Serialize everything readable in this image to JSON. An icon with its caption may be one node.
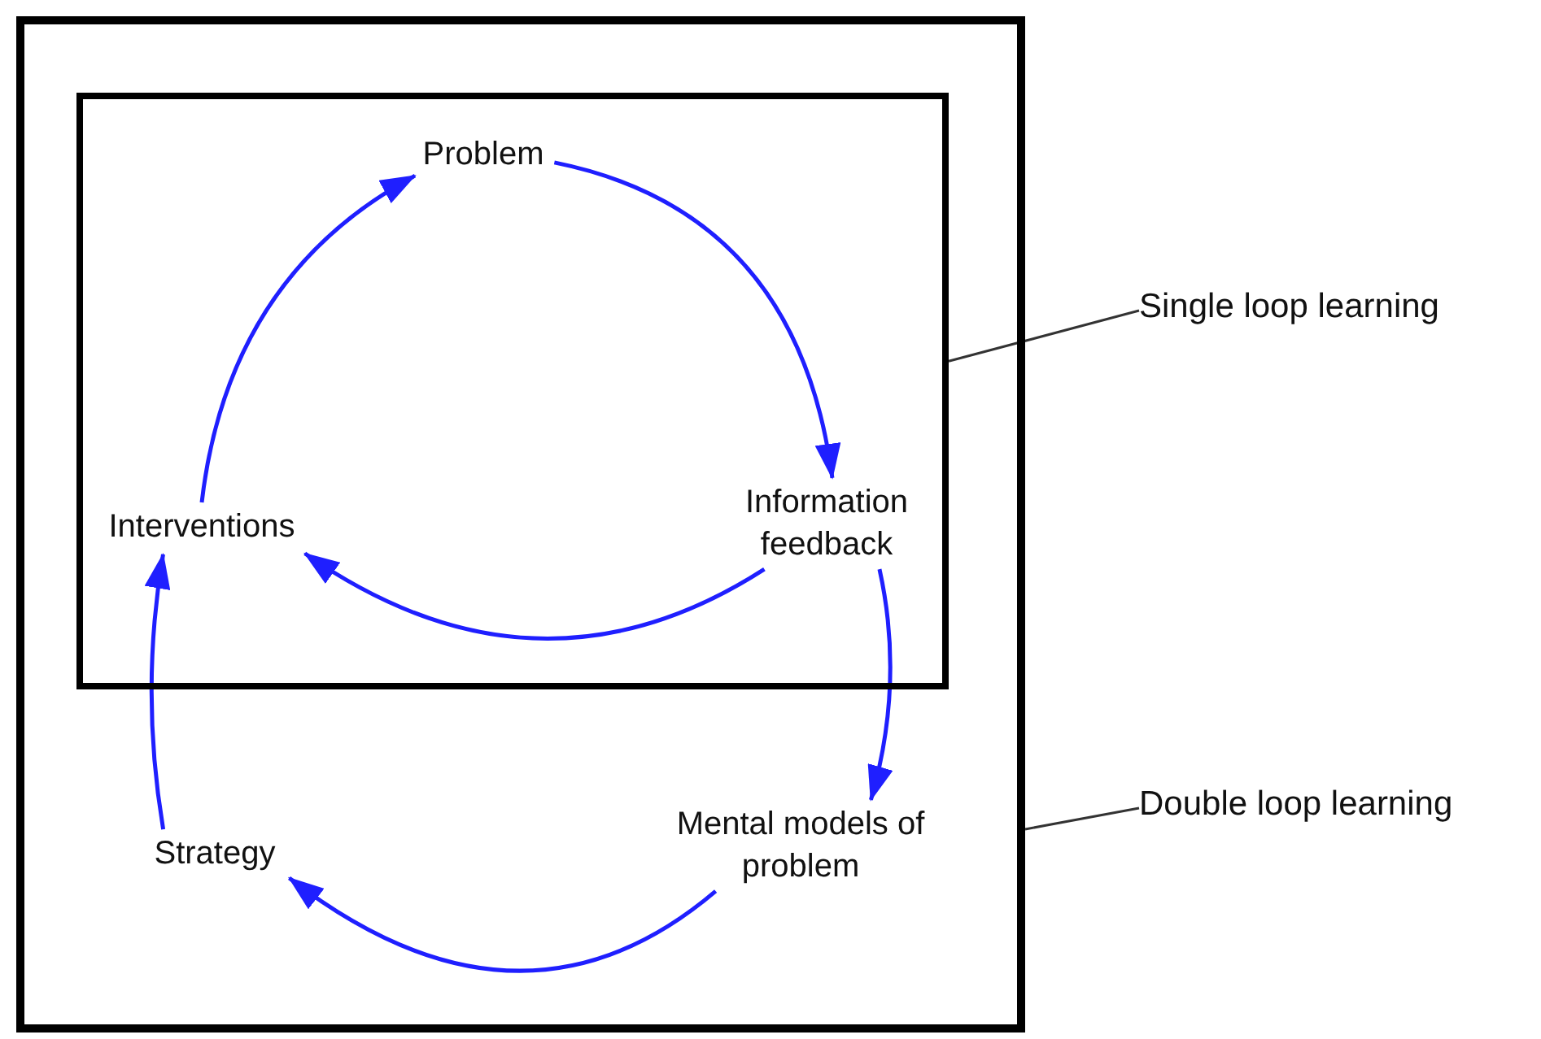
{
  "diagram": {
    "nodes": [
      {
        "text": [],
        "shape": "box"
      },
      {
        "text": [],
        "shape": "box",
        "in": 0
      },
      {
        "text": [
          "Problem"
        ],
        "in": 1
      },
      {
        "text": [
          "Information feedback"
        ],
        "in": 1
      },
      {
        "text": [
          "Interventions"
        ],
        "in": 1
      },
      {
        "text": [
          "Mental models of problem"
        ],
        "in": 0
      },
      {
        "text": [
          "Strategy"
        ],
        "in": 0
      },
      {
        "text": [
          "Single loop learning"
        ]
      },
      {
        "text": [
          "Double loop learning"
        ]
      }
    ],
    "edges": [
      {
        "from": 2,
        "to": 3,
        "arrow": "to"
      },
      {
        "from": 3,
        "to": 4,
        "arrow": "to"
      },
      {
        "from": 4,
        "to": 2,
        "arrow": "to"
      },
      {
        "from": 3,
        "to": 5,
        "arrow": "to"
      },
      {
        "from": 5,
        "to": 6,
        "arrow": "to"
      },
      {
        "from": 6,
        "to": 4,
        "arrow": "to"
      },
      {
        "from": 7,
        "to": 1,
        "arrow": "none",
        "color": "#333333"
      },
      {
        "from": 8,
        "to": 0,
        "arrow": "none",
        "color": "#333333"
      }
    ]
  }
}
